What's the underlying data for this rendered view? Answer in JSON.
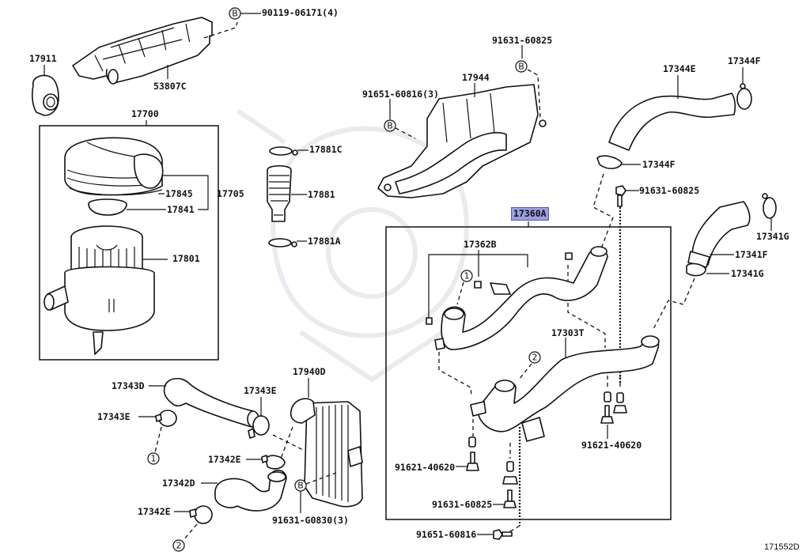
{
  "diagram": {
    "title": "Air Cleaner / Intercooler Hose Parts Diagram",
    "diagram_id": "171552D",
    "highlighted_part": "17360A",
    "assembly_boxes": [
      {
        "id": "17700",
        "contains": [
          "17705",
          "17845",
          "17841",
          "17801"
        ]
      },
      {
        "id": "17360A",
        "contains": [
          "17362B",
          "17303T",
          "91621-40620",
          "91631-60825"
        ]
      }
    ],
    "callouts": {
      "B": "B",
      "ref1": "1",
      "ref2": "2"
    }
  },
  "labels": {
    "p90119_06171": "90119-06171(4)",
    "p17911": "17911",
    "p53807C": "53807C",
    "p17700": "17700",
    "p17845": "17845",
    "p17705": "17705",
    "p17841": "17841",
    "p17801": "17801",
    "p17881C": "17881C",
    "p17881": "17881",
    "p17881A": "17881A",
    "p91631_60825_top": "91631-60825",
    "p17944": "17944",
    "p91651_60816_3": "91651-60816(3)",
    "p17344E": "17344E",
    "p17344F_top": "17344F",
    "p17344F_mid": "17344F",
    "p91631_60825_right": "91631-60825",
    "p17360A": "17360A",
    "p17341G_top": "17341G",
    "p17341F": "17341F",
    "p17341G_bot": "17341G",
    "p17362B": "17362B",
    "p17303T": "17303T",
    "p91621_40620_right": "91621-40620",
    "p91621_40620_left": "91621-40620",
    "p91631_60825_bot": "91631-60825",
    "p91651_60816_bot": "91651-60816",
    "p17343D": "17343D",
    "p17343E_left": "17343E",
    "p17343E_right": "17343E",
    "p17940D": "17940D",
    "p17342E_top": "17342E",
    "p17342D": "17342D",
    "p17342E_bot": "17342E",
    "p91631_G0830_3": "91631-G0830(3)"
  }
}
